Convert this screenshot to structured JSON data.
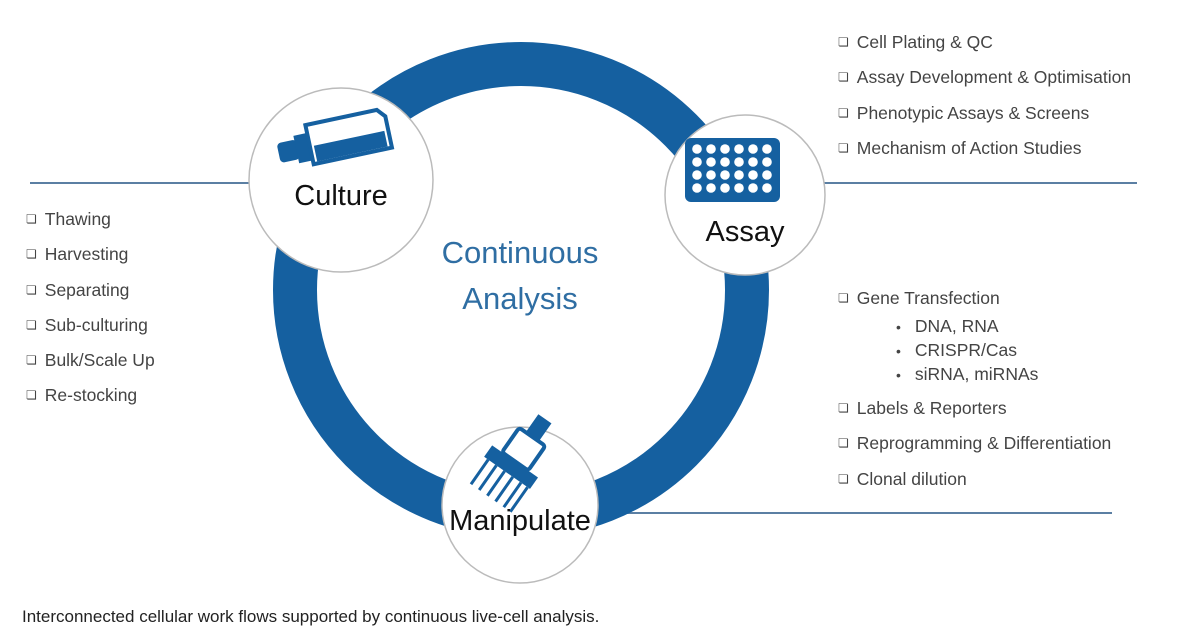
{
  "colors": {
    "ring": "#1560a0",
    "center_text": "#2f6ea3",
    "line": "#5b7fa3"
  },
  "center_title": [
    "Continuous",
    "Analysis"
  ],
  "nodes": {
    "culture": {
      "label": "Culture",
      "icon": "culture-flask-icon"
    },
    "assay": {
      "label": "Assay",
      "icon": "well-plate-icon"
    },
    "manipulate": {
      "label": "Manipulate",
      "icon": "multichannel-pipette-icon"
    }
  },
  "culture_items": [
    "Thawing",
    "Harvesting",
    "Separating",
    "Sub-culturing",
    "Bulk/Scale  Up",
    "Re-stocking"
  ],
  "assay_items": [
    "Cell Plating  & QC",
    "Assay Development  & Optimisation",
    "Phenotypic  Assays & Screens",
    "Mechanism  of Action Studies"
  ],
  "manipulate_items": {
    "gene": "Gene Transfection",
    "gene_sub": [
      "DNA, RNA",
      "CRISPR/Cas",
      "siRNA, miRNAs"
    ],
    "others": [
      "Labels & Reporters",
      "Reprogramming  & Differentiation",
      "Clonal dilution"
    ]
  },
  "caption": "Interconnected cellular work flows supported by continuous live-cell analysis."
}
